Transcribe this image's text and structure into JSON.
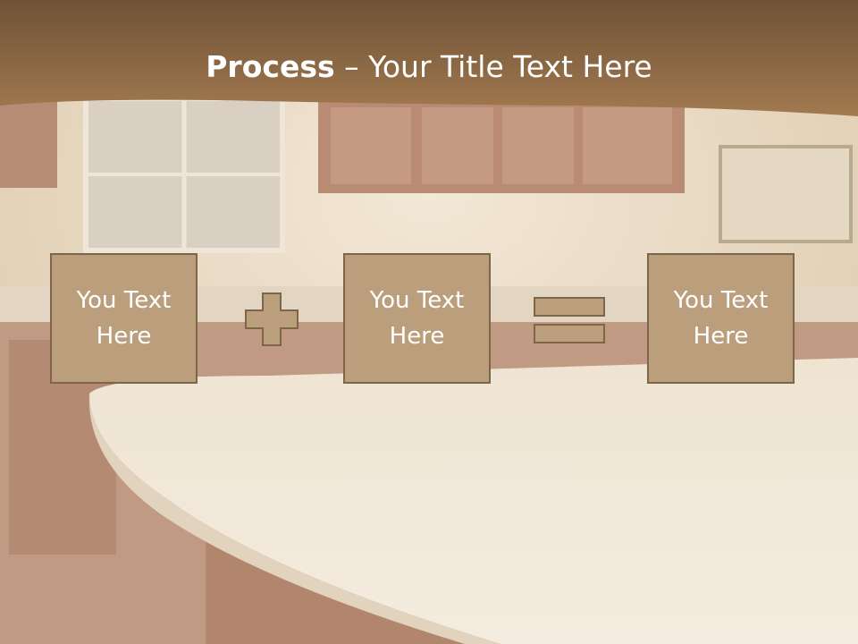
{
  "slide": {
    "title_bold": "Process",
    "title_rest": " – Your Title Text Here",
    "boxes": [
      {
        "line1": "You Text",
        "line2": "Here"
      },
      {
        "line1": "You Text",
        "line2": "Here"
      },
      {
        "line1": "You Text",
        "line2": "Here"
      }
    ],
    "operators": [
      "plus-icon",
      "equals-icon"
    ]
  },
  "colors": {
    "header": "#8d6a45",
    "box_fill": "#bb9e7c",
    "box_border": "#7d6549",
    "title_text": "#ffffff"
  }
}
